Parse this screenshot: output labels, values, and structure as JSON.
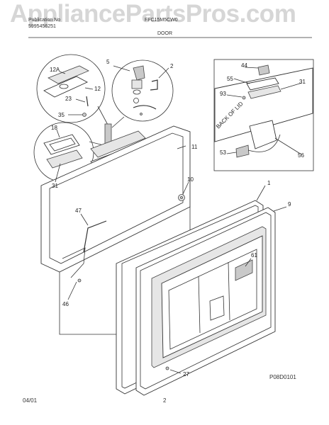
{
  "watermark": "AppliancePartsPros.com",
  "header": {
    "line1_left": "Publication No",
    "line2_left": "5995456251",
    "model": "FFC15M5CW0",
    "section": "DOOR"
  },
  "diagram_code": "P08D0101",
  "footer": {
    "date": "04/01",
    "page": "2"
  },
  "callouts": [
    "12A",
    "5",
    "2",
    "12",
    "23",
    "35",
    "18",
    "31",
    "11",
    "10",
    "1",
    "9",
    "47",
    "61",
    "46",
    "27",
    "44",
    "55",
    "93",
    "53",
    "56",
    "31"
  ],
  "inset_text": "BACK OF LID"
}
